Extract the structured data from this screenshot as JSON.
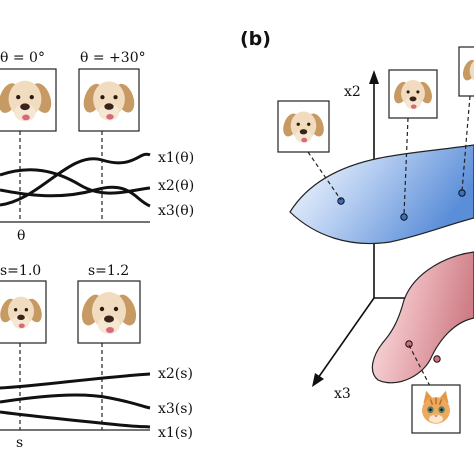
{
  "panel_b_label": "(b)",
  "panel_a": {
    "theta_labels": [
      "θ = 0°",
      "θ = +30°"
    ],
    "theta_axis": "θ",
    "theta_curves": [
      "x1(θ)",
      "x2(θ)",
      "x3(θ)"
    ],
    "scale_labels": [
      "s=1.0",
      "s=1.2"
    ],
    "scale_axis": "s",
    "scale_curves": [
      "x2(s)",
      "x3(s)",
      "x1(s)"
    ]
  },
  "panel_b": {
    "axis_x2": "x2",
    "axis_x3": "x3",
    "colors": {
      "dog_manifold": "#7aa4e0",
      "cat_manifold": "#e6a7ae"
    }
  },
  "icons": [
    "dog-image-icon",
    "cat-image-icon"
  ]
}
